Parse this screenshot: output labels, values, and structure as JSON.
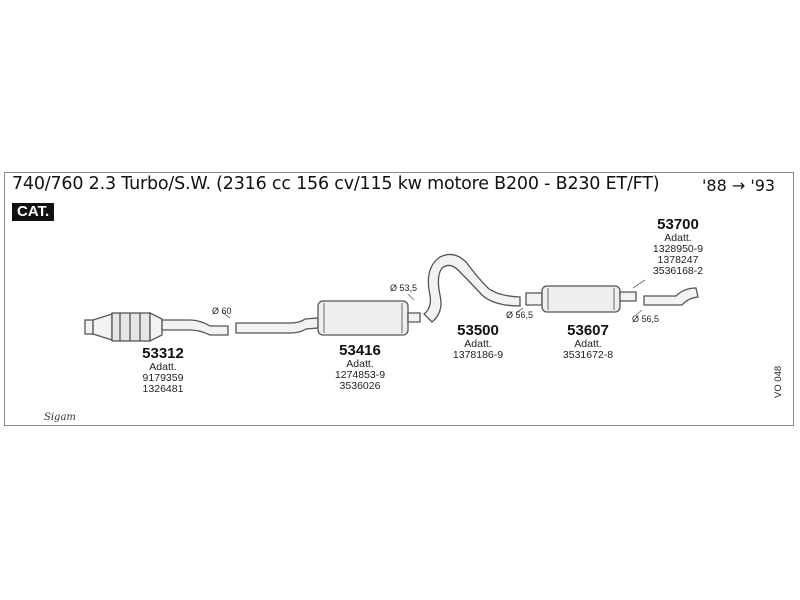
{
  "header": {
    "title": "740/760 2.3 Turbo/S.W. (2316 cc 156 cv/115 kw motore B200 - B230 ET/FT)",
    "years": "'88 → '93",
    "badge": "CAT."
  },
  "parts": [
    {
      "number": "53312",
      "label": "Adatt.",
      "refs": [
        "9179359",
        "1326481"
      ]
    },
    {
      "number": "53416",
      "label": "Adatt.",
      "refs": [
        "1274853-9",
        "3536026"
      ]
    },
    {
      "number": "53500",
      "label": "Adatt.",
      "refs": [
        "1378186-9"
      ]
    },
    {
      "number": "53607",
      "label": "Adatt.",
      "refs": [
        "3531672-8"
      ]
    },
    {
      "number": "53700",
      "label": "Adatt.",
      "refs": [
        "1328950-9",
        "1378247",
        "3536168-2"
      ]
    }
  ],
  "diameters": [
    "Ø 60",
    "Ø 53,5",
    "Ø 56,5",
    "Ø 56,5"
  ],
  "diagram_code": "VO 048",
  "logo_text": "Sigam",
  "colors": {
    "line": "#555555",
    "fill": "#f2f2f2",
    "shade": "#bbbbbb"
  }
}
